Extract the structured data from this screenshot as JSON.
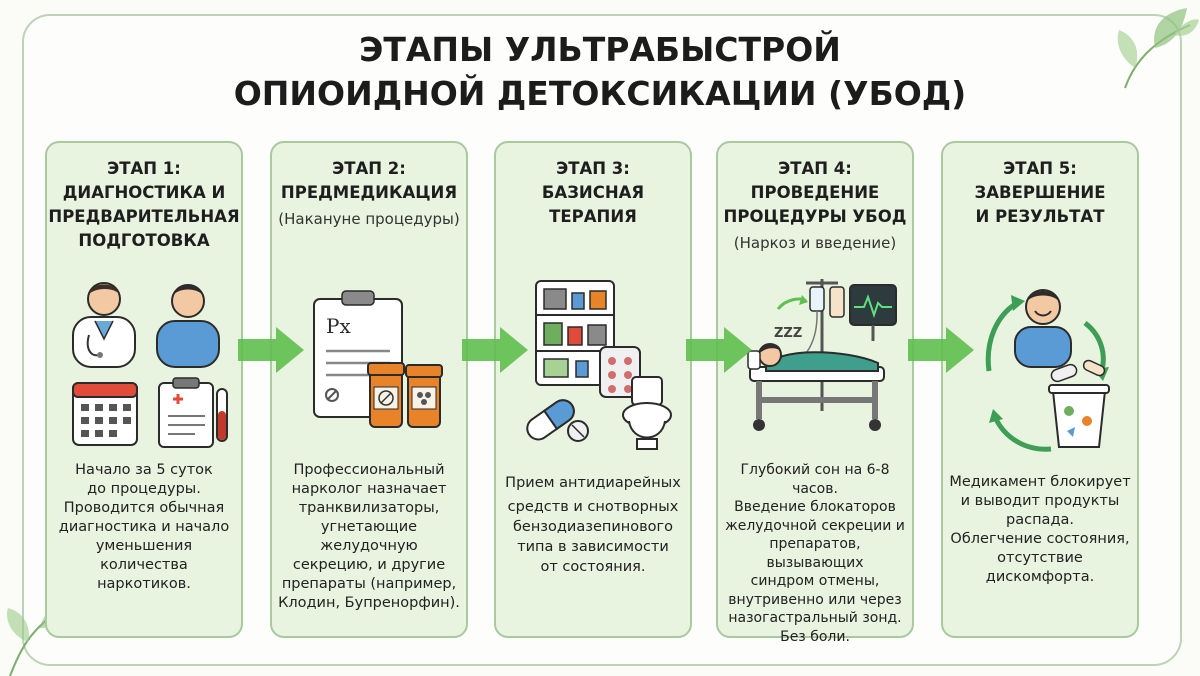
{
  "title": {
    "line1": "ЭТАПЫ УЛЬТРАБЫСТРОЙ",
    "line2": "ОПИОИДНОЙ ДЕТОКСИКАЦИИ (УБОД)"
  },
  "stages": [
    {
      "head": [
        "ЭТАП 1:",
        "ДИАГНОСТИКА И",
        "ПРЕДВАРИТЕЛЬНАЯ",
        "ПОДГОТОВКА"
      ],
      "sub": "",
      "desc": [
        "Начало за 5 суток",
        "до процедуры.",
        "Проводится обычная",
        "диагностика и начало",
        "уменьшения",
        "количества наркотиков."
      ]
    },
    {
      "head": [
        "ЭТАП 2:",
        "ПРЕДМЕДИКАЦИЯ"
      ],
      "sub": "(Накануне процедуры)",
      "desc": [
        "Профессиональный",
        "нарколог назначает",
        "транквилизаторы,",
        "угнетающие желудочную",
        "секрецию, и другие",
        "препараты (например,",
        "Клодин, Бупренорфин)."
      ]
    },
    {
      "head": [
        "ЭТАП 3:",
        "БАЗИСНАЯ",
        "ТЕРАПИЯ"
      ],
      "sub": "",
      "desc": [
        "Прием антидиарейных",
        "средств и снотворных",
        "бензодиазепинового",
        "типа в зависимости",
        "от состояния."
      ]
    },
    {
      "head": [
        "ЭТАП 4:",
        "ПРОВЕДЕНИЕ",
        "ПРОЦЕДУРЫ УБОД"
      ],
      "sub": "(Наркоз и введение)",
      "desc": [
        "Глубокий сон на 6-8 часов.",
        "Введение блокаторов",
        "желудочной секреции и",
        "препаратов, вызывающих",
        "синдром отмены,",
        "внутривенно или через",
        "назогастральный зонд.",
        "Без боли."
      ]
    },
    {
      "head": [
        "ЭТАП 5:",
        "ЗАВЕРШЕНИЕ",
        "И РЕЗУЛЬТАТ"
      ],
      "sub": "",
      "desc": [
        "Медикамент блокирует",
        "и выводит продукты",
        "распада.",
        "Облегчение состояния,",
        "отсутствие",
        "дискомфорта."
      ]
    }
  ],
  "prescription_mark": "Px",
  "sleep_mark": "ZZZ",
  "icons": [
    "doctor-icon",
    "patient-icon",
    "calendar-icon",
    "medical-chart-icon",
    "prescription-icon",
    "pill-bottle-icon",
    "medicine-cabinet-icon",
    "capsule-icon",
    "toilet-icon",
    "hospital-bed-icon",
    "iv-drip-icon",
    "heart-monitor-icon",
    "recycle-arrows-icon",
    "trash-bin-icon",
    "happy-person-icon",
    "arrow-right-icon",
    "leaf-icon"
  ],
  "colors": {
    "card_bg": "#e8f3e0",
    "card_border": "#a9c99f",
    "arrow": "#5fbf4f",
    "shirt": "#5b9bd5",
    "pill_orange": "#e8832a"
  }
}
